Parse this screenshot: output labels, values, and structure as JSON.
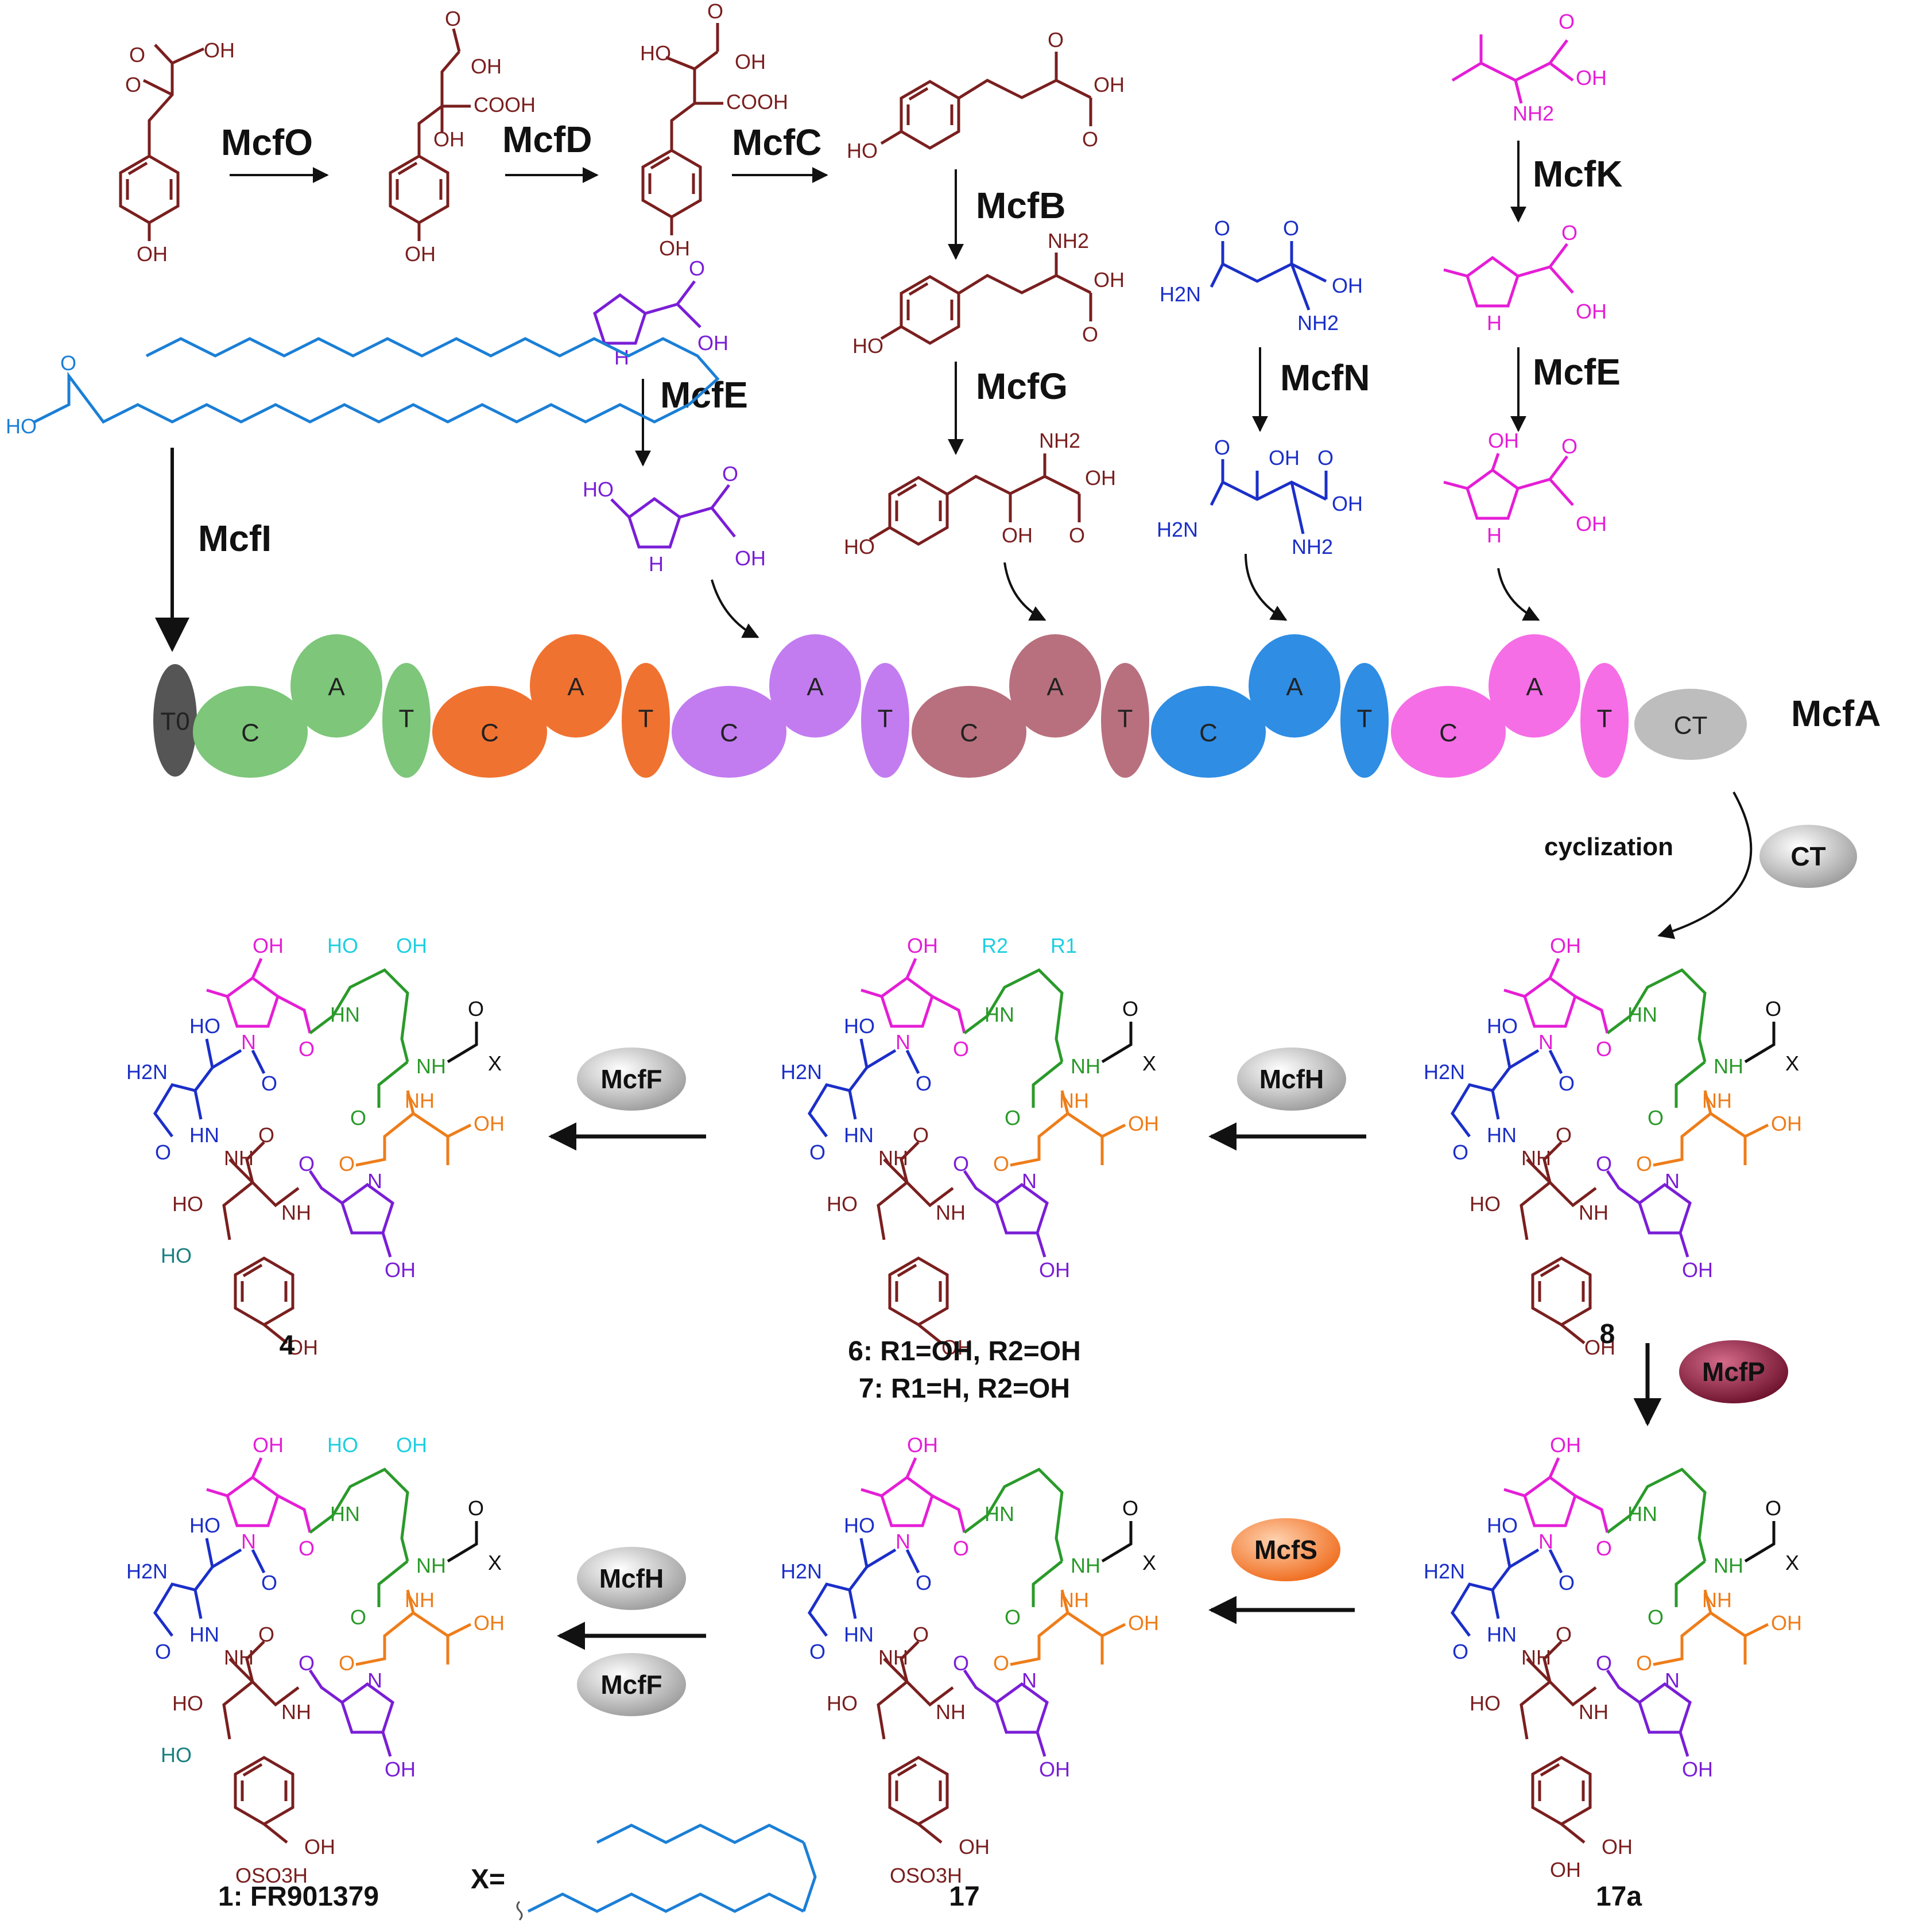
{
  "enzymes": {
    "mcfO": "McfO",
    "mcfD": "McfD",
    "mcfC": "McfC",
    "mcfB": "McfB",
    "mcfG": "McfG",
    "mcfE_pro": "McfE",
    "mcfN": "McfN",
    "mcfK": "McfK",
    "mcfE_leu": "McfE",
    "mcfI": "McfI"
  },
  "atoms": {
    "oh": "OH",
    "ho": "HO",
    "o": "O",
    "cooh": "COOH",
    "nh2": "NH2",
    "h2n": "H2N",
    "nh": "NH",
    "hn": "HN",
    "n": "N",
    "h": "H",
    "x": "X",
    "oso3h": "OSO3H",
    "r1": "R1",
    "r2": "R2"
  },
  "assembly_line": {
    "protein": "McfA",
    "t0_label": "T0",
    "c_label": "C",
    "a_label": "A",
    "t_label": "T",
    "ct_label": "CT",
    "module_colors": [
      "#7dc67a",
      "#f07230",
      "#c27cf0",
      "#b8707e",
      "#2f8de4",
      "#f56ee6"
    ],
    "t0_color": "#555555",
    "ct_color": "#bdbdbd"
  },
  "cyclization": {
    "label": "cyclization",
    "enzyme": "CT"
  },
  "tailoring": {
    "mcfH_top": "McfH",
    "mcfF_top": "McfF",
    "mcfP": "McfP",
    "mcfS": "McfS",
    "mcfH_bottom": "McfH",
    "mcfF_bottom": "McfF"
  },
  "compounds": {
    "c4": "4",
    "c6": "6: R1=OH, R2=OH",
    "c7": "7: R1=H,    R2=OH",
    "c8": "8",
    "c1": "1: FR901379",
    "c17": "17",
    "c17a": "17a",
    "x_def": "X="
  },
  "colors": {
    "tyrosine": "#7a1f1f",
    "fatty_acid": "#1b7fd6",
    "proline": "#7a1ed6",
    "glutamine": "#1b2fc8",
    "leucine_mepro": "#e51ed6",
    "ornithine": "#2a9a2a",
    "threonine": "#ee7d1a",
    "hydroxyl_cyan": "#1ecfe0",
    "teal": "#1a8080"
  }
}
